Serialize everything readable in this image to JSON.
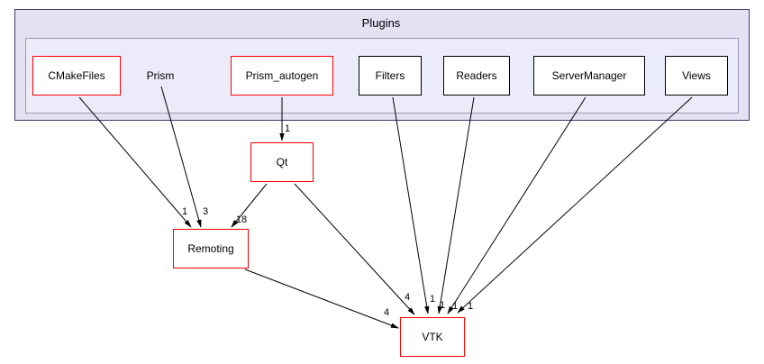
{
  "diagram": {
    "cluster": {
      "label": "Plugins"
    },
    "nodes": [
      {
        "id": "cmakefiles",
        "label": "CMakeFiles",
        "border": "red"
      },
      {
        "id": "prism",
        "label": "Prism",
        "border": "none"
      },
      {
        "id": "prism_autogen",
        "label": "Prism_autogen",
        "border": "red"
      },
      {
        "id": "filters",
        "label": "Filters",
        "border": "black"
      },
      {
        "id": "readers",
        "label": "Readers",
        "border": "black"
      },
      {
        "id": "servermanager",
        "label": "ServerManager",
        "border": "black"
      },
      {
        "id": "views",
        "label": "Views",
        "border": "black"
      },
      {
        "id": "qt",
        "label": "Qt",
        "border": "red"
      },
      {
        "id": "remoting",
        "label": "Remoting",
        "border": "red"
      },
      {
        "id": "vtk",
        "label": "VTK",
        "border": "red"
      }
    ],
    "edges": [
      {
        "from": "CMakeFiles",
        "to": "Remoting",
        "label": "1"
      },
      {
        "from": "Prism",
        "to": "Remoting",
        "label": "3"
      },
      {
        "from": "Prism_autogen",
        "to": "Qt",
        "label": "1"
      },
      {
        "from": "Qt",
        "to": "Remoting",
        "label": "18"
      },
      {
        "from": "Qt",
        "to": "VTK",
        "label": "4"
      },
      {
        "from": "Filters",
        "to": "VTK",
        "label": "1"
      },
      {
        "from": "Readers",
        "to": "VTK",
        "label": "1"
      },
      {
        "from": "ServerManager",
        "to": "VTK",
        "label": "1"
      },
      {
        "from": "Views",
        "to": "VTK",
        "label": "1"
      },
      {
        "from": "Remoting",
        "to": "VTK",
        "label": "4"
      }
    ],
    "colors": {
      "cluster_fill": "#e2e2f2",
      "cluster_border": "#3c3c6e",
      "inner_cluster_fill": "#ebebf9",
      "inner_cluster_border": "#9a9ab8",
      "node_fill": "#ffffff",
      "red_node_border": "#ff0000",
      "black_node_border": "#000000",
      "edge_color": "#000000"
    }
  }
}
